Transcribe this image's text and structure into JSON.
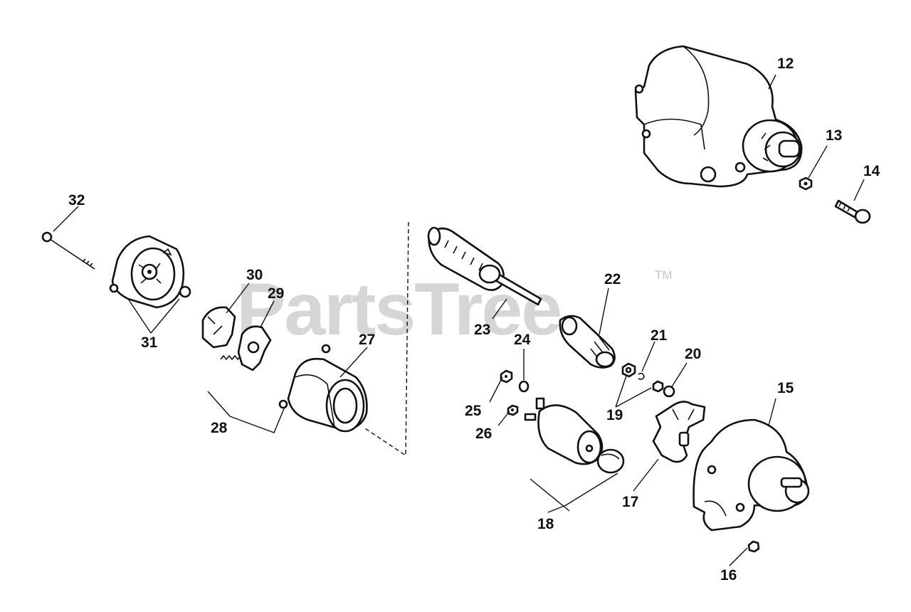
{
  "watermark": {
    "text": "PartsTree",
    "trademark": "TM"
  },
  "callouts": [
    "12",
    "13",
    "14",
    "15",
    "16",
    "17",
    "18",
    "19",
    "20",
    "21",
    "22",
    "23",
    "24",
    "25",
    "26",
    "27",
    "28",
    "29",
    "30",
    "31",
    "32"
  ],
  "icons": [
    "starter-assembly-icon",
    "drive-end-cap-icon",
    "armature-icon",
    "solenoid-icon",
    "field-frame-icon",
    "commutator-end-cap-icon"
  ]
}
